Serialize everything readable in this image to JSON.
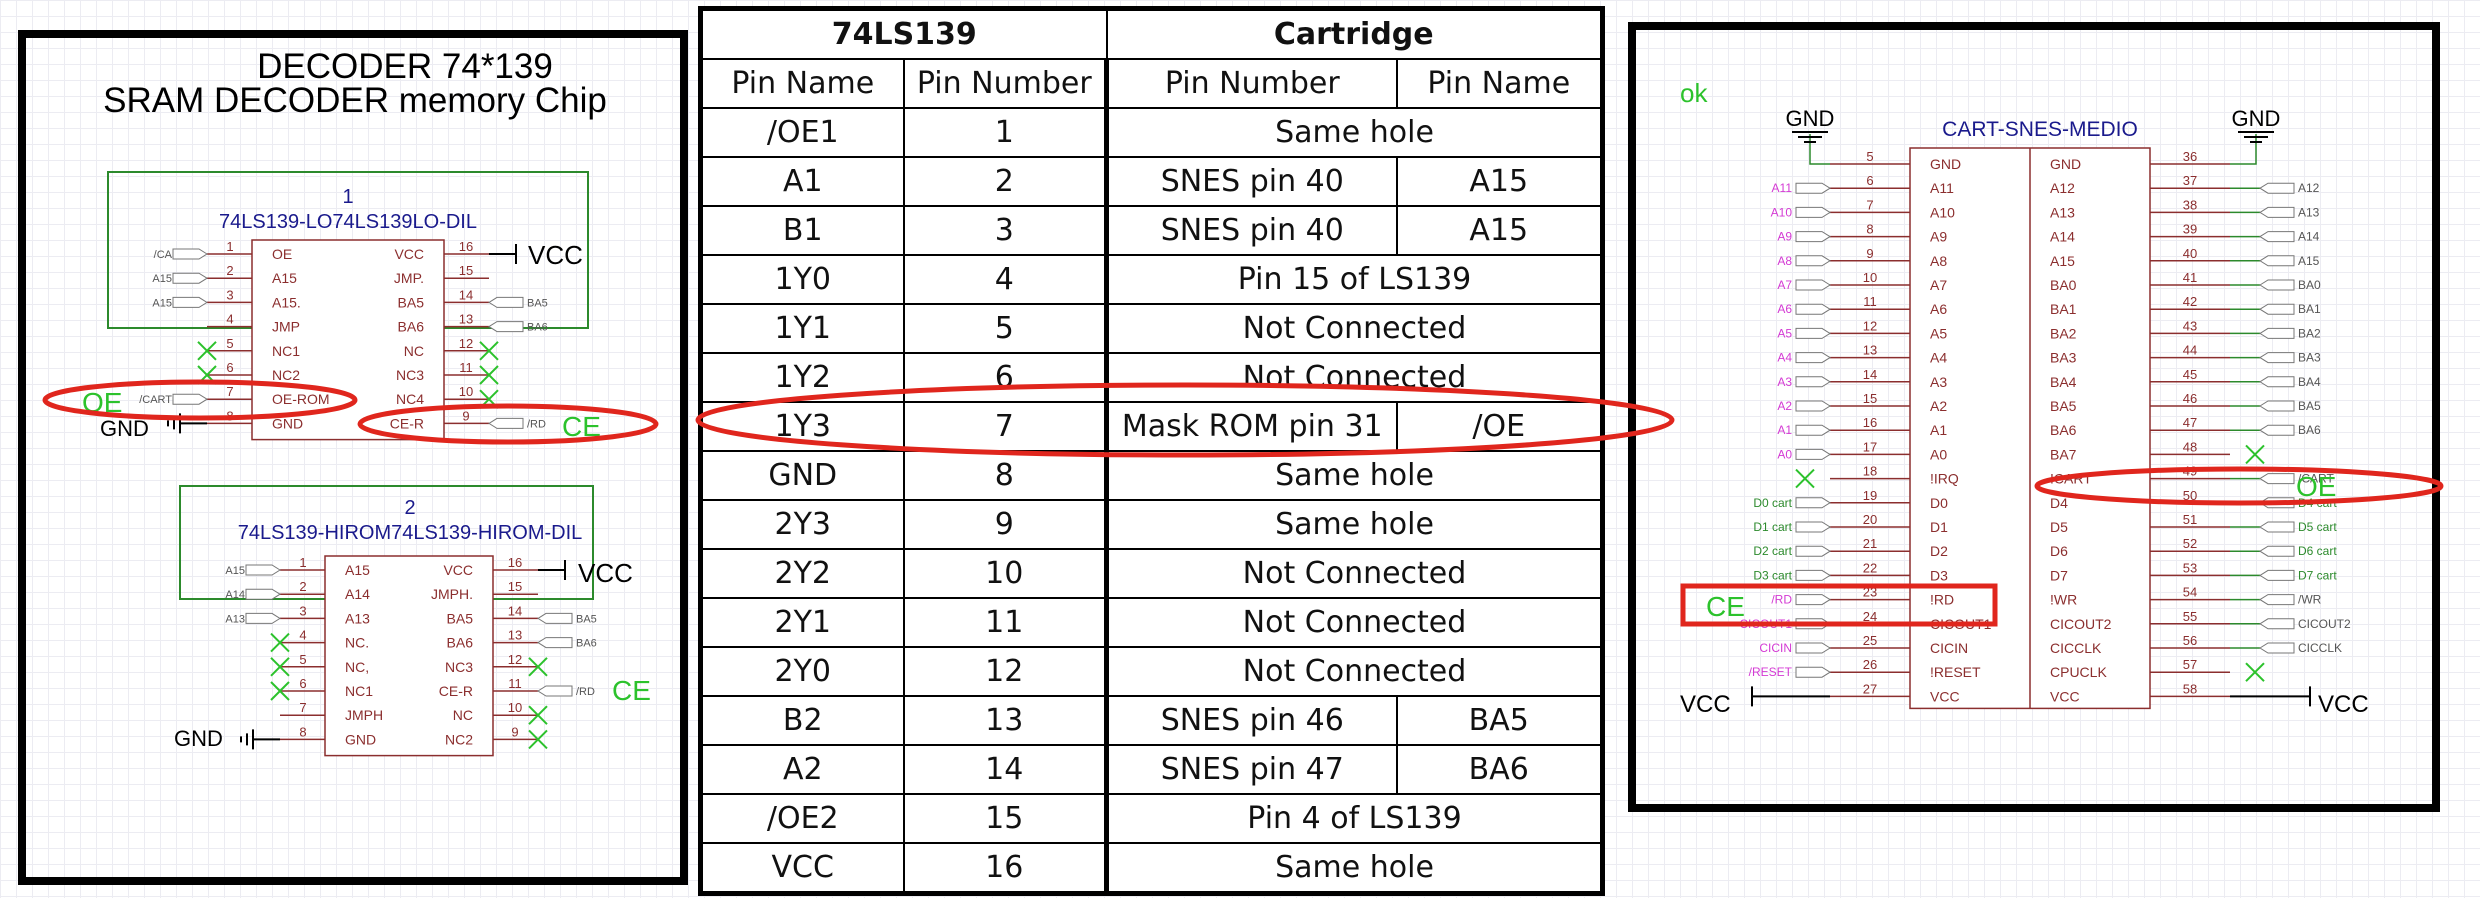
{
  "left": {
    "title": [
      "DECODER 74*139",
      "SRAM DECODER memory Chip"
    ],
    "chip1": {
      "number": "1",
      "part": "74LS139-LO74LS139LO-DIL",
      "left_pins": [
        {
          "num": "1",
          "name": "OE",
          "net": "/CA"
        },
        {
          "num": "2",
          "name": "A15",
          "net": "A15"
        },
        {
          "num": "3",
          "name": "A15.",
          "net": "A15"
        },
        {
          "num": "4",
          "name": "JMP",
          "net": ""
        },
        {
          "num": "5",
          "name": "NC1",
          "net": ""
        },
        {
          "num": "6",
          "name": "NC2",
          "net": ""
        },
        {
          "num": "7",
          "name": "OE-ROM",
          "net": "/CART"
        },
        {
          "num": "8",
          "name": "GND",
          "net": ""
        }
      ],
      "right_pins": [
        {
          "num": "16",
          "name": "VCC",
          "net": ""
        },
        {
          "num": "15",
          "name": "JMP.",
          "net": ""
        },
        {
          "num": "14",
          "name": "BA5",
          "net": "BA5"
        },
        {
          "num": "13",
          "name": "BA6",
          "net": "BA6"
        },
        {
          "num": "12",
          "name": "NC",
          "net": ""
        },
        {
          "num": "11",
          "name": "NC3",
          "net": ""
        },
        {
          "num": "10",
          "name": "NC4",
          "net": ""
        },
        {
          "num": "9",
          "name": "CE-R",
          "net": "/RD"
        }
      ],
      "vcc": "VCC",
      "gnd": "GND",
      "oe": "OE",
      "ce": "CE"
    },
    "chip2": {
      "number": "2",
      "part": "74LS139-HIROM74LS139-HIROM-DIL",
      "left_pins": [
        {
          "num": "1",
          "name": "A15",
          "net": "A15"
        },
        {
          "num": "2",
          "name": "A14",
          "net": "A14"
        },
        {
          "num": "3",
          "name": "A13",
          "net": "A13"
        },
        {
          "num": "4",
          "name": "NC.",
          "net": ""
        },
        {
          "num": "5",
          "name": "NC,",
          "net": ""
        },
        {
          "num": "6",
          "name": "NC1",
          "net": ""
        },
        {
          "num": "7",
          "name": "JMPH",
          "net": ""
        },
        {
          "num": "8",
          "name": "GND",
          "net": ""
        }
      ],
      "right_pins": [
        {
          "num": "16",
          "name": "VCC",
          "net": ""
        },
        {
          "num": "15",
          "name": "JMPH.",
          "net": ""
        },
        {
          "num": "14",
          "name": "BA5",
          "net": "BA5"
        },
        {
          "num": "13",
          "name": "BA6",
          "net": "BA6"
        },
        {
          "num": "12",
          "name": "NC3",
          "net": ""
        },
        {
          "num": "11",
          "name": "CE-R",
          "net": "/RD"
        },
        {
          "num": "10",
          "name": "NC",
          "net": ""
        },
        {
          "num": "9",
          "name": "NC2",
          "net": ""
        }
      ],
      "vcc": "VCC",
      "gnd": "GND",
      "ce": "CE"
    }
  },
  "table": {
    "group_headers": [
      "74LS139",
      "Cartridge"
    ],
    "col_headers": [
      "Pin Name",
      "Pin Number",
      "Pin Number",
      "Pin Name"
    ],
    "rows": [
      {
        "name": "/OE1",
        "num": "1",
        "merged": "Same hole"
      },
      {
        "name": "A1",
        "num": "2",
        "cnum": "SNES pin 40",
        "cname": "A15"
      },
      {
        "name": "B1",
        "num": "3",
        "cnum": "SNES pin 40",
        "cname": "A15"
      },
      {
        "name": "1Y0",
        "num": "4",
        "merged": "Pin 15 of LS139"
      },
      {
        "name": "1Y1",
        "num": "5",
        "merged": "Not Connected"
      },
      {
        "name": "1Y2",
        "num": "6",
        "merged": "Not Connected"
      },
      {
        "name": "1Y3",
        "num": "7",
        "cnum": "Mask ROM pin 31",
        "cname": "/OE"
      },
      {
        "name": "GND",
        "num": "8",
        "merged": "Same hole"
      },
      {
        "name": "2Y3",
        "num": "9",
        "merged": "Same hole"
      },
      {
        "name": "2Y2",
        "num": "10",
        "merged": "Not Connected"
      },
      {
        "name": "2Y1",
        "num": "11",
        "merged": "Not Connected"
      },
      {
        "name": "2Y0",
        "num": "12",
        "merged": "Not Connected"
      },
      {
        "name": "B2",
        "num": "13",
        "cnum": "SNES pin 46",
        "cname": "BA5"
      },
      {
        "name": "A2",
        "num": "14",
        "cnum": "SNES pin 47",
        "cname": "BA6"
      },
      {
        "name": "/OE2",
        "num": "15",
        "merged": "Pin 4 of LS139"
      },
      {
        "name": "VCC",
        "num": "16",
        "merged": "Same hole"
      }
    ]
  },
  "right": {
    "ok": "ok",
    "part": "CART-SNES-MEDIO",
    "gnd": "GND",
    "vcc": "VCC",
    "oe": "OE",
    "ce": "CE",
    "left_pins": [
      {
        "num": "5",
        "name": "GND",
        "net": ""
      },
      {
        "num": "6",
        "name": "A11",
        "net": "A11"
      },
      {
        "num": "7",
        "name": "A10",
        "net": "A10"
      },
      {
        "num": "8",
        "name": "A9",
        "net": "A9"
      },
      {
        "num": "9",
        "name": "A8",
        "net": "A8"
      },
      {
        "num": "10",
        "name": "A7",
        "net": "A7"
      },
      {
        "num": "11",
        "name": "A6",
        "net": "A6"
      },
      {
        "num": "12",
        "name": "A5",
        "net": "A5"
      },
      {
        "num": "13",
        "name": "A4",
        "net": "A4"
      },
      {
        "num": "14",
        "name": "A3",
        "net": "A3"
      },
      {
        "num": "15",
        "name": "A2",
        "net": "A2"
      },
      {
        "num": "16",
        "name": "A1",
        "net": "A1"
      },
      {
        "num": "17",
        "name": "A0",
        "net": "A0"
      },
      {
        "num": "18",
        "name": "!IRQ",
        "net": ""
      },
      {
        "num": "19",
        "name": "D0",
        "net": "D0 cart"
      },
      {
        "num": "20",
        "name": "D1",
        "net": "D1 cart"
      },
      {
        "num": "21",
        "name": "D2",
        "net": "D2 cart"
      },
      {
        "num": "22",
        "name": "D3",
        "net": "D3 cart"
      },
      {
        "num": "23",
        "name": "!RD",
        "net": "/RD"
      },
      {
        "num": "24",
        "name": "CICOUT1",
        "net": "CICOUT1"
      },
      {
        "num": "25",
        "name": "CICIN",
        "net": "CICIN"
      },
      {
        "num": "26",
        "name": "!RESET",
        "net": "/RESET"
      },
      {
        "num": "27",
        "name": "VCC",
        "net": ""
      }
    ],
    "right_pins": [
      {
        "num": "36",
        "name": "GND",
        "net": ""
      },
      {
        "num": "37",
        "name": "A12",
        "net": "A12"
      },
      {
        "num": "38",
        "name": "A13",
        "net": "A13"
      },
      {
        "num": "39",
        "name": "A14",
        "net": "A14"
      },
      {
        "num": "40",
        "name": "A15",
        "net": "A15"
      },
      {
        "num": "41",
        "name": "BA0",
        "net": "BA0"
      },
      {
        "num": "42",
        "name": "BA1",
        "net": "BA1"
      },
      {
        "num": "43",
        "name": "BA2",
        "net": "BA2"
      },
      {
        "num": "44",
        "name": "BA3",
        "net": "BA3"
      },
      {
        "num": "45",
        "name": "BA4",
        "net": "BA4"
      },
      {
        "num": "46",
        "name": "BA5",
        "net": "BA5"
      },
      {
        "num": "47",
        "name": "BA6",
        "net": "BA6"
      },
      {
        "num": "48",
        "name": "BA7",
        "net": ""
      },
      {
        "num": "49",
        "name": "!CART",
        "net": "/CART"
      },
      {
        "num": "50",
        "name": "D4",
        "net": "D4 cart"
      },
      {
        "num": "51",
        "name": "D5",
        "net": "D5 cart"
      },
      {
        "num": "52",
        "name": "D6",
        "net": "D6 cart"
      },
      {
        "num": "53",
        "name": "D7",
        "net": "D7 cart"
      },
      {
        "num": "54",
        "name": "!WR",
        "net": "/WR"
      },
      {
        "num": "55",
        "name": "CICOUT2",
        "net": "CICOUT2"
      },
      {
        "num": "56",
        "name": "CICCLK",
        "net": "CICCLK"
      },
      {
        "num": "57",
        "name": "CPUCLK",
        "net": ""
      },
      {
        "num": "58",
        "name": "VCC",
        "net": ""
      }
    ]
  },
  "colors": {
    "pin": "#8b2e2e",
    "part": "#1a1a8c",
    "wire": "#2c8a2c",
    "ellipse": "#e0261d",
    "note": "#2cc22c",
    "magenta": "#d43ad4",
    "netgreen": "#2c8a2c",
    "netgray": "#555555"
  }
}
